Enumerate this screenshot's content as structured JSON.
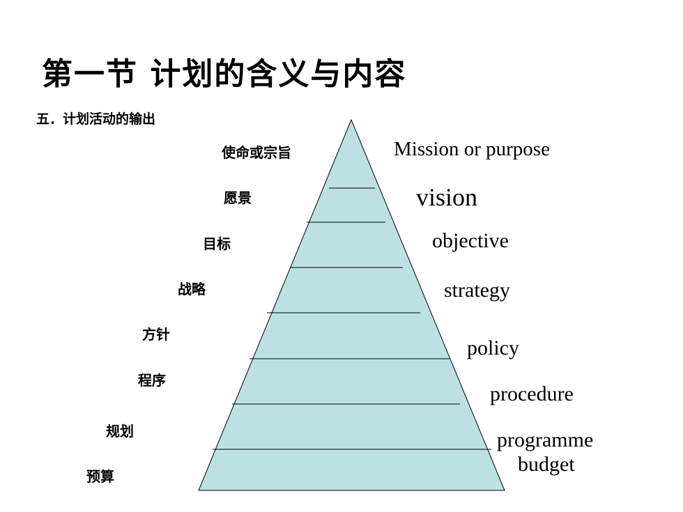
{
  "title": "第一节  计划的含义与内容",
  "subtitle": "五．计划活动的输出",
  "colors": {
    "pyramid_fill": "#bde0e4",
    "stroke": "#000000"
  },
  "levels": [
    {
      "zh": "使命或宗旨",
      "en": "Mission or purpose"
    },
    {
      "zh": "愿景",
      "en": "vision"
    },
    {
      "zh": "目标",
      "en": "objective"
    },
    {
      "zh": "战略",
      "en": "strategy"
    },
    {
      "zh": "方针",
      "en": "policy"
    },
    {
      "zh": "程序",
      "en": "procedure"
    },
    {
      "zh": "规划",
      "en": "programme"
    },
    {
      "zh": "预算",
      "en": "budget"
    }
  ]
}
